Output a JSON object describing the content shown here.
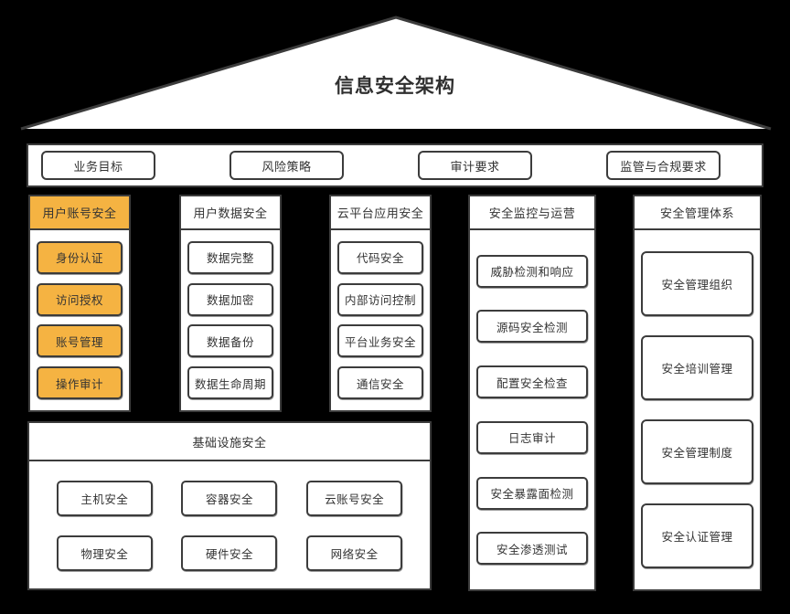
{
  "title": "信息安全架构",
  "colors": {
    "background": "#000000",
    "panel": "#ffffff",
    "border": "#3c3c3c",
    "text": "#333333",
    "accent": "#f5b342"
  },
  "top_bar": {
    "items": [
      "业务目标",
      "风险策略",
      "审计要求",
      "监管与合规要求"
    ]
  },
  "columns": [
    {
      "title": "用户账号安全",
      "accent": true,
      "items": [
        "身份认证",
        "访问授权",
        "账号管理",
        "操作审计"
      ]
    },
    {
      "title": "用户数据安全",
      "accent": false,
      "items": [
        "数据完整",
        "数据加密",
        "数据备份",
        "数据生命周期"
      ]
    },
    {
      "title": "云平台应用安全",
      "accent": false,
      "items": [
        "代码安全",
        "内部访问控制",
        "平台业务安全",
        "通信安全"
      ]
    },
    {
      "title": "安全监控与运营",
      "accent": false,
      "items": [
        "威胁检测和响应",
        "源码安全检测",
        "配置安全检查",
        "日志审计",
        "安全暴露面检测",
        "安全渗透测试"
      ]
    },
    {
      "title": "安全管理体系",
      "accent": false,
      "items": [
        "安全管理组织",
        "安全培训管理",
        "安全管理制度",
        "安全认证管理"
      ]
    }
  ],
  "bottom_section": {
    "title": "基础设施安全",
    "items": [
      "主机安全",
      "容器安全",
      "云账号安全",
      "物理安全",
      "硬件安全",
      "网络安全"
    ]
  }
}
